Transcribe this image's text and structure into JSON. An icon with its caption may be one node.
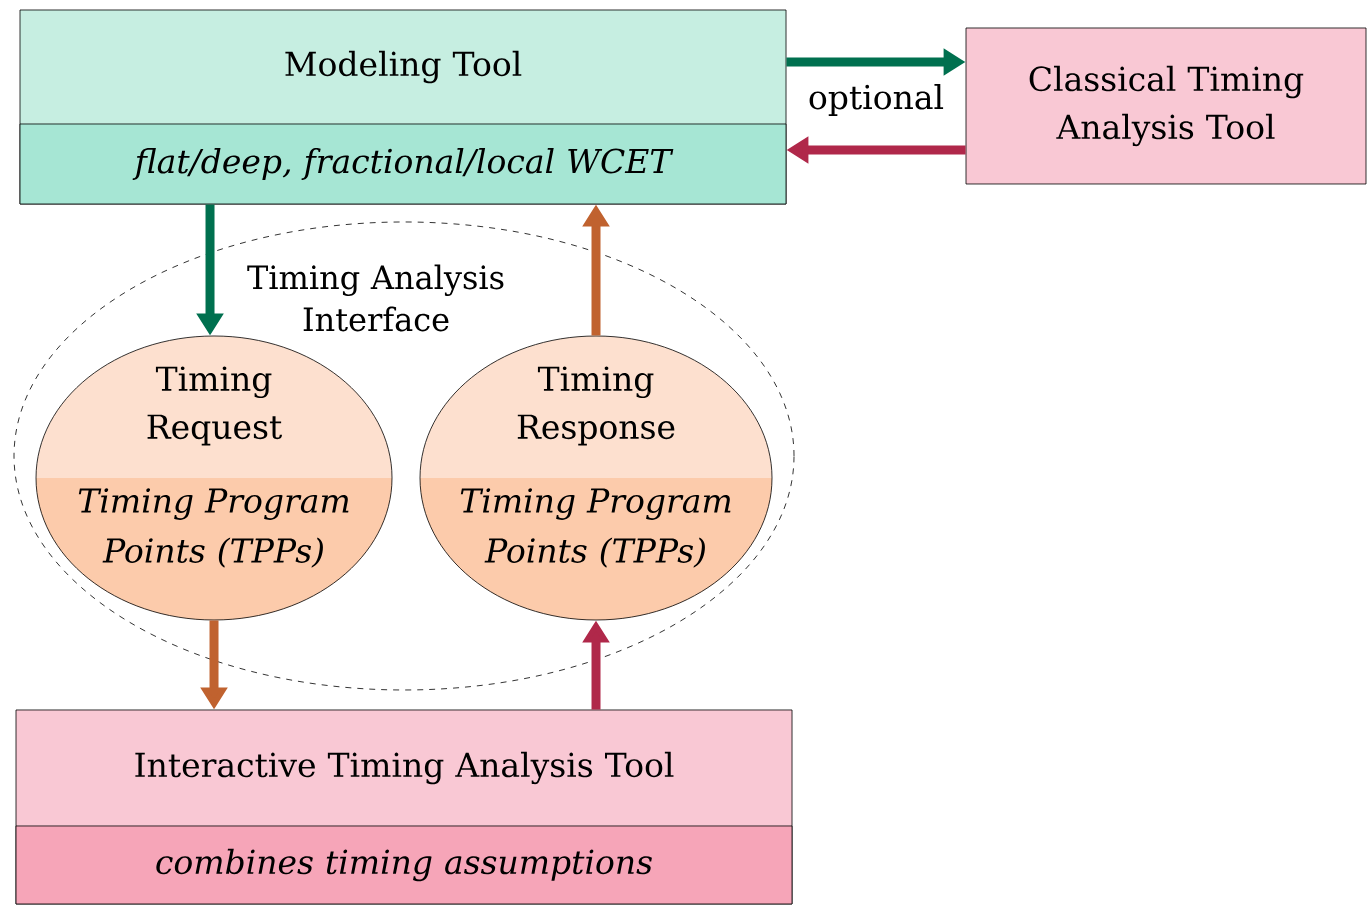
{
  "diagram": {
    "nodes": [
      {
        "text": [
          "Modeling Tool",
          "flat/deep, fractional/local WCET"
        ]
      },
      {
        "text": [
          "Classical Timing Analysis Tool"
        ]
      },
      {
        "text": [
          "Timing Analysis Interface"
        ]
      },
      {
        "text": [
          "Timing Request",
          "Timing Program Points (TPPs)"
        ],
        "in": 2
      },
      {
        "text": [
          "Timing Response",
          "Timing Program Points (TPPs)"
        ],
        "in": 2
      },
      {
        "text": [
          "Interactive Timing Analysis Tool",
          "combines timing assumptions"
        ]
      }
    ],
    "edges": [
      {
        "from": 0,
        "to": 1,
        "arrow": "to",
        "label": "optional",
        "color": "#00704f"
      },
      {
        "from": 1,
        "to": 0,
        "arrow": "to",
        "color": "#b0284a"
      },
      {
        "from": 0,
        "to": 3,
        "arrow": "to",
        "color": "#00704f"
      },
      {
        "from": 4,
        "to": 0,
        "arrow": "to",
        "color": "#c0622f"
      },
      {
        "from": 3,
        "to": 5,
        "arrow": "to",
        "color": "#c0622f"
      },
      {
        "from": 5,
        "to": 4,
        "arrow": "to",
        "color": "#b0284a"
      }
    ]
  }
}
